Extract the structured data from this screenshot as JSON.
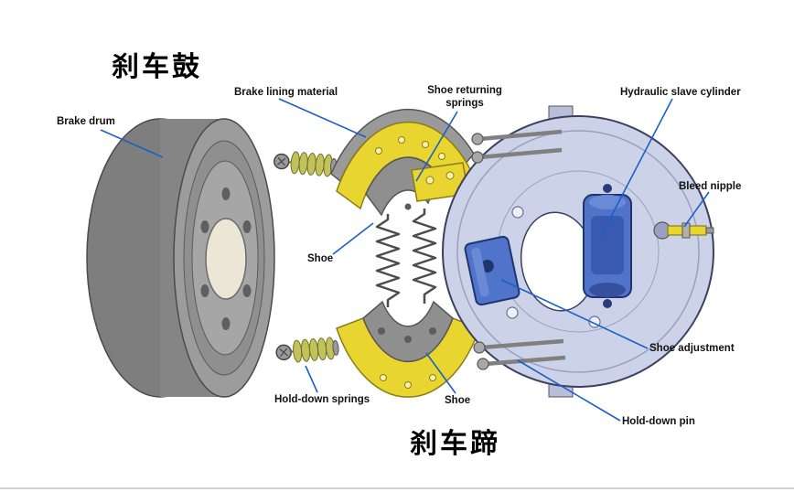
{
  "titles": {
    "top_cn": "刹车鼓",
    "bottom_cn": "刹车蹄"
  },
  "labels": {
    "brake_drum": "Brake drum",
    "brake_lining_material": "Brake lining material",
    "shoe_returning_springs": "Shoe returning\nsprings",
    "hydraulic_slave_cylinder": "Hydraulic slave cylinder",
    "bleed_nipple": "Bleed nipple",
    "shoe_top": "Shoe",
    "shoe_adjustment": "Shoe adjustment",
    "hold_down_springs": "Hold-down springs",
    "shoe_bottom": "Shoe",
    "hold_down_pin": "Hold-down pin"
  },
  "colors": {
    "leader_line": "#1a60c8",
    "shoe_yellow": "#e9d52f",
    "metal_gray": "#8f8f8f",
    "lining_gray": "#9a9a9a",
    "backing_plate": "#ccd3e9",
    "cylinder_blue": "#4f74c9",
    "spring_green": "#c2c25a",
    "hub_cream": "#ece6d6"
  }
}
